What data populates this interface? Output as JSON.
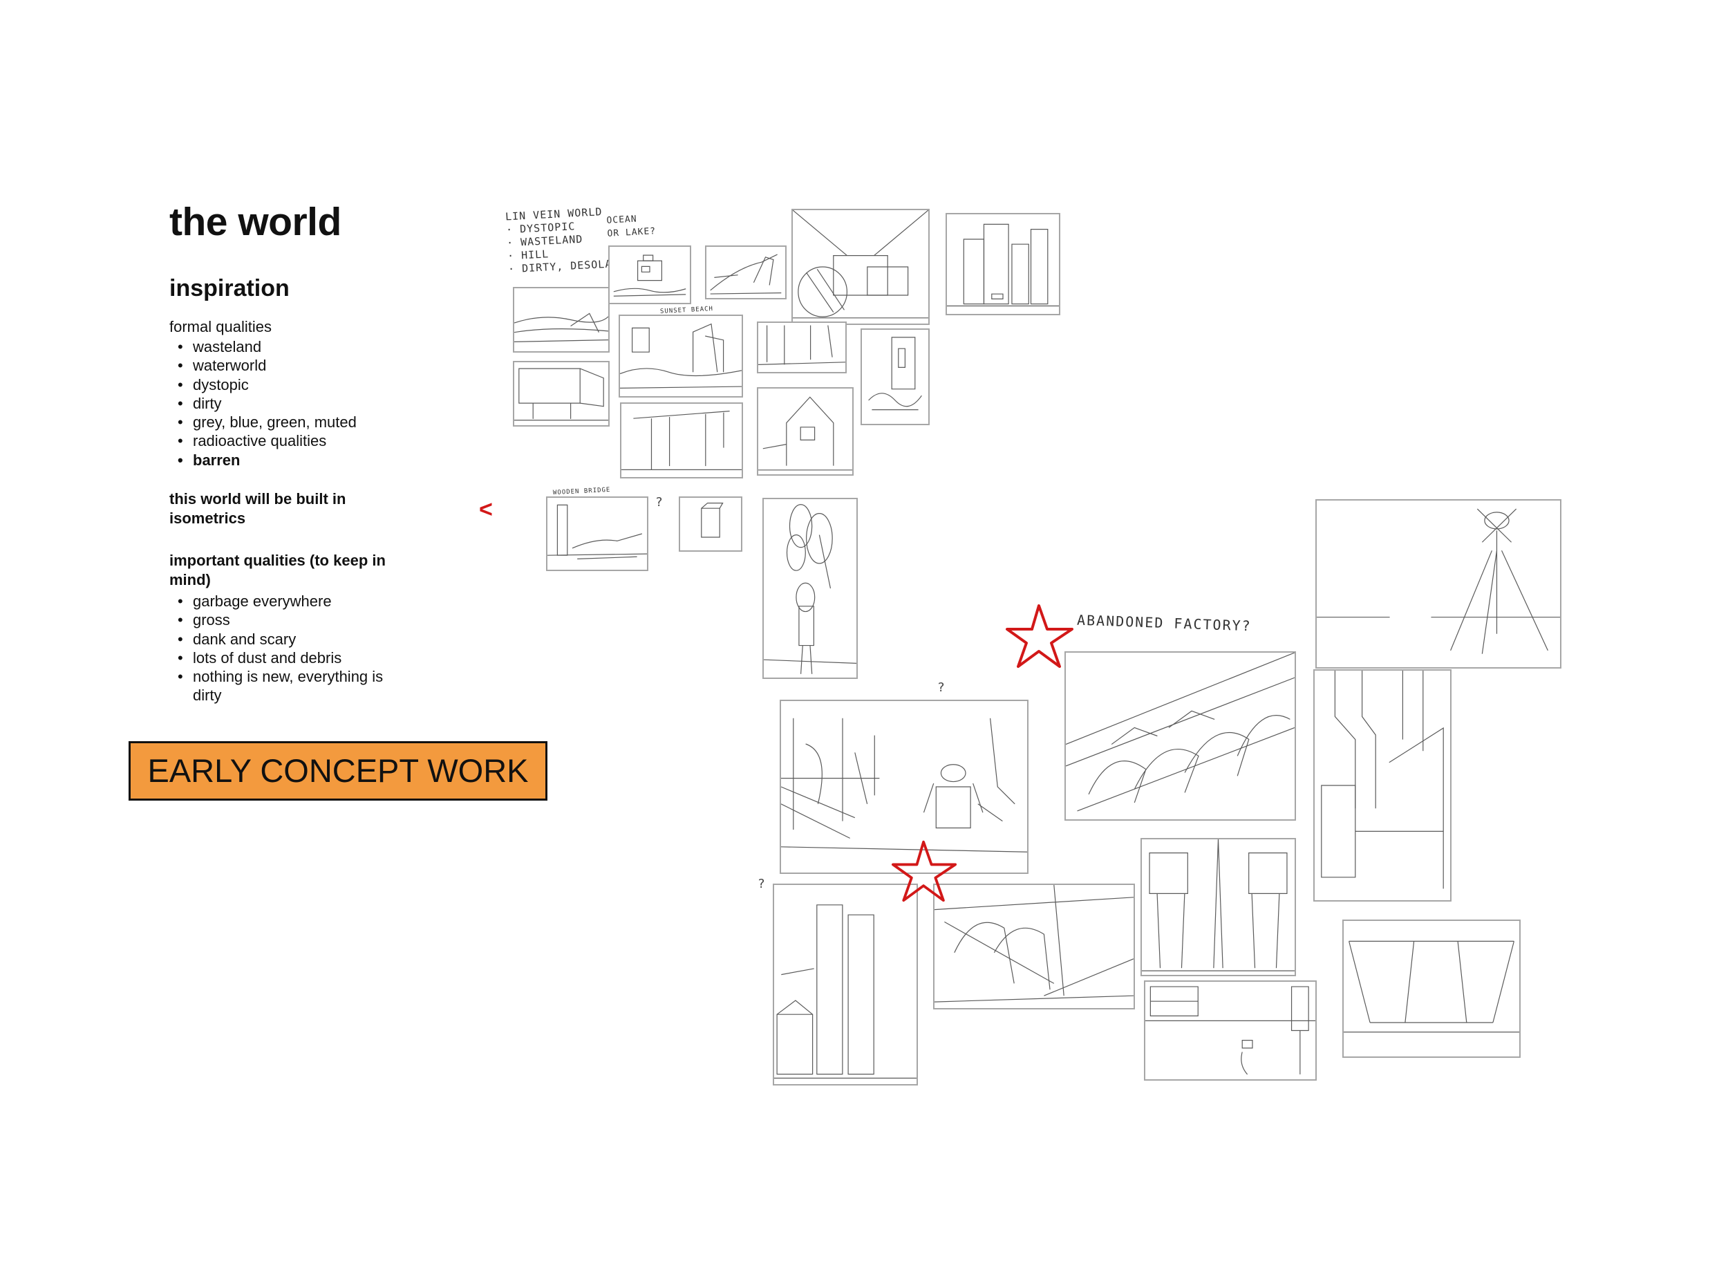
{
  "header": {
    "title": "the world",
    "subtitle": "inspiration"
  },
  "formal_qualities": {
    "label": "formal qualities",
    "items": [
      "wasteland",
      "waterworld",
      "dystopic",
      "dirty",
      "grey, blue, green, muted",
      "radioactive qualities",
      "barren"
    ]
  },
  "build_note": "this world will be built in isometrics",
  "important_qualities": {
    "label": "important qualities (to keep in mind)",
    "items": [
      "garbage everywhere",
      "gross",
      "dank and scary",
      "lots of dust and debris",
      "nothing is new, everything is dirty"
    ]
  },
  "banner": {
    "label": "EARLY CONCEPT WORK"
  },
  "sketch_notes": {
    "list": [
      "LIN VEIN WORLD",
      "· DYSTOPIC",
      "· WASTELAND",
      "· HILL",
      "· DIRTY, DESOLATE"
    ],
    "ocean": [
      "OCEAN",
      "OR LAKE?"
    ],
    "caption": "ABANDONED FACTORY?",
    "small_a": "SUNSET BEACH",
    "small_b": "WOODEN BRIDGE"
  },
  "marks": {
    "arrow": "<",
    "question": "?"
  },
  "colors": {
    "banner": "#f39a3e",
    "star": "#d21818",
    "sketch_line": "#5a5a5a",
    "sketch_border": "#a6a6a6"
  }
}
